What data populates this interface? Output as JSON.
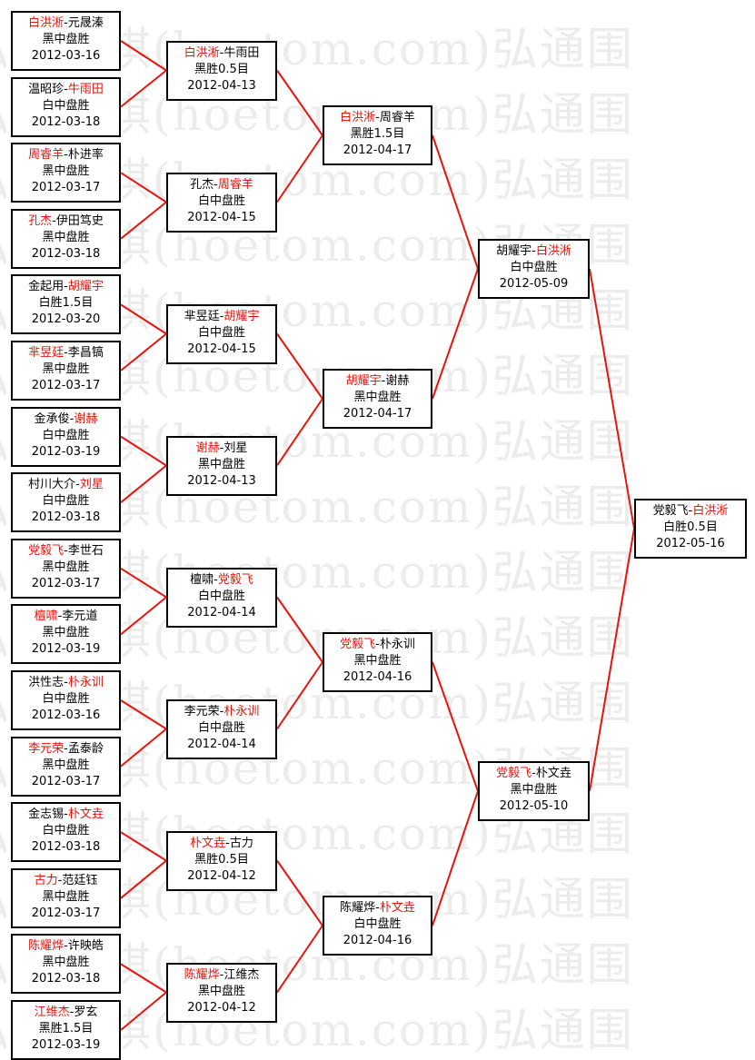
{
  "watermark": {
    "lines": [
      "弘通围棋(hoetom.com)弘通围",
      "弘通围棋(hoetom.com)弘通围",
      "弘通围棋(hoetom.com)弘通围",
      "弘通围棋(hoetom.com)弘通围",
      "弘通围棋(hoetom.com)弘通围",
      "弘通围棋(hoetom.com)弘通围",
      "弘通围棋(hoetom.com)弘通围",
      "弘通围棋(hoetom.com)弘通围",
      "弘通围棋(hoetom.com)弘通围",
      "弘通围棋(hoetom.com)弘通围",
      "弘通围棋(hoetom.com)弘通围",
      "弘通围棋(hoetom.com)弘通围",
      "弘通围棋(hoetom.com)弘通围",
      "弘通围棋(hoetom.com)弘通围",
      "弘通围棋(hoetom.com)弘通围",
      "弘通围棋(hoetom.com)弘通围"
    ]
  },
  "colors": {
    "winner": "#e8130c",
    "connector": "#e8130c",
    "border": "#000000"
  },
  "rounds": [
    {
      "matches": [
        {
          "black": "白洪淅",
          "white": "元晟溱",
          "winner": "black",
          "result": "黑中盘胜",
          "date": "2012-03-16"
        },
        {
          "black": "温昭珍",
          "white": "牛雨田",
          "winner": "white",
          "result": "白中盘胜",
          "date": "2012-03-18"
        },
        {
          "black": "周睿羊",
          "white": "朴进率",
          "winner": "black",
          "result": "黑中盘胜",
          "date": "2012-03-17"
        },
        {
          "black": "孔杰",
          "white": "伊田笃史",
          "winner": "black",
          "result": "黑中盘胜",
          "date": "2012-03-18"
        },
        {
          "black": "金起用",
          "white": "胡耀宇",
          "winner": "white",
          "result": "白胜1.5目",
          "date": "2012-03-20"
        },
        {
          "black": "芈昱廷",
          "white": "李昌镐",
          "winner": "black",
          "result": "黑中盘胜",
          "date": "2012-03-17"
        },
        {
          "black": "金承俊",
          "white": "谢赫",
          "winner": "white",
          "result": "白中盘胜",
          "date": "2012-03-19"
        },
        {
          "black": "村川大介",
          "white": "刘星",
          "winner": "white",
          "result": "白中盘胜",
          "date": "2012-03-18"
        },
        {
          "black": "党毅飞",
          "white": "李世石",
          "winner": "black",
          "result": "黑中盘胜",
          "date": "2012-03-17"
        },
        {
          "black": "檀啸",
          "white": "李元道",
          "winner": "black",
          "result": "黑中盘胜",
          "date": "2012-03-19"
        },
        {
          "black": "洪性志",
          "white": "朴永训",
          "winner": "white",
          "result": "白中盘胜",
          "date": "2012-03-16"
        },
        {
          "black": "李元荣",
          "white": "孟泰龄",
          "winner": "black",
          "result": "黑中盘胜",
          "date": "2012-03-17"
        },
        {
          "black": "金志锡",
          "white": "朴文垚",
          "winner": "white",
          "result": "白中盘胜",
          "date": "2012-03-18"
        },
        {
          "black": "古力",
          "white": "范廷钰",
          "winner": "black",
          "result": "黑中盘胜",
          "date": "2012-03-17"
        },
        {
          "black": "陈耀烨",
          "white": "许映皓",
          "winner": "black",
          "result": "黑中盘胜",
          "date": "2012-03-18"
        },
        {
          "black": "江维杰",
          "white": "罗玄",
          "winner": "black",
          "result": "黑胜1.5目",
          "date": "2012-03-19"
        }
      ]
    },
    {
      "matches": [
        {
          "black": "白洪淅",
          "white": "牛雨田",
          "winner": "black",
          "result": "黑胜0.5目",
          "date": "2012-04-13"
        },
        {
          "black": "孔杰",
          "white": "周睿羊",
          "winner": "white",
          "result": "白中盘胜",
          "date": "2012-04-15"
        },
        {
          "black": "芈昱廷",
          "white": "胡耀宇",
          "winner": "white",
          "result": "白中盘胜",
          "date": "2012-04-15"
        },
        {
          "black": "谢赫",
          "white": "刘星",
          "winner": "black",
          "result": "黑中盘胜",
          "date": "2012-04-13"
        },
        {
          "black": "檀啸",
          "white": "党毅飞",
          "winner": "white",
          "result": "白中盘胜",
          "date": "2012-04-14"
        },
        {
          "black": "李元荣",
          "white": "朴永训",
          "winner": "white",
          "result": "白中盘胜",
          "date": "2012-04-14"
        },
        {
          "black": "朴文垚",
          "white": "古力",
          "winner": "black",
          "result": "黑胜0.5目",
          "date": "2012-04-12"
        },
        {
          "black": "陈耀烨",
          "white": "江维杰",
          "winner": "black",
          "result": "黑中盘胜",
          "date": "2012-04-12"
        }
      ]
    },
    {
      "matches": [
        {
          "black": "白洪淅",
          "white": "周睿羊",
          "winner": "black",
          "result": "黑胜1.5目",
          "date": "2012-04-17"
        },
        {
          "black": "胡耀宇",
          "white": "谢赫",
          "winner": "black",
          "result": "黑中盘胜",
          "date": "2012-04-17"
        },
        {
          "black": "党毅飞",
          "white": "朴永训",
          "winner": "black",
          "result": "黑中盘胜",
          "date": "2012-04-16"
        },
        {
          "black": "陈耀烨",
          "white": "朴文垚",
          "winner": "white",
          "result": "白中盘胜",
          "date": "2012-04-16"
        }
      ]
    },
    {
      "matches": [
        {
          "black": "胡耀宇",
          "white": "白洪淅",
          "winner": "white",
          "result": "白中盘胜",
          "date": "2012-05-09"
        },
        {
          "black": "党毅飞",
          "white": "朴文垚",
          "winner": "black",
          "result": "黑中盘胜",
          "date": "2012-05-10"
        }
      ]
    },
    {
      "matches": [
        {
          "black": "党毅飞",
          "white": "白洪淅",
          "winner": "white",
          "result": "白胜0.5目",
          "date": "2012-05-16"
        }
      ]
    }
  ]
}
